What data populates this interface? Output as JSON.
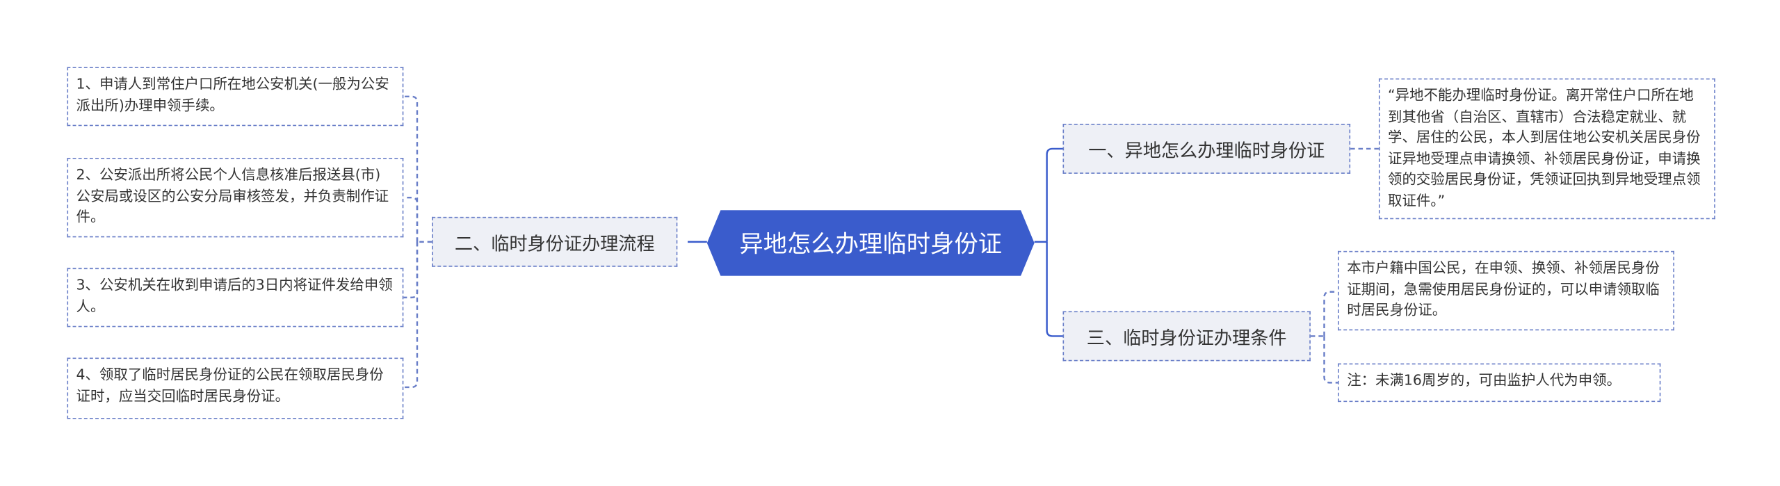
{
  "root": {
    "label": "异地怎么办理临时身份证"
  },
  "branches": [
    {
      "label": "一、异地怎么办理临时身份证",
      "children": [
        "“异地不能办理临时身份证。离开常住户口所在地到其他省（自治区、直辖市）合法稳定就业、就学、居住的公民，本人到居住地公安机关居民身份证异地受理点申请换领、补领居民身份证，申请换领的交验居民身份证，凭领证回执到异地受理点领取证件。”"
      ]
    },
    {
      "label": "二、临时身份证办理流程",
      "children": [
        "1、申请人到常住户口所在地公安机关(一般为公安派出所)办理申领手续。",
        "2、公安派出所将公民个人信息核准后报送县(市)公安局或设区的公安分局审核签发，并负责制作证件。",
        "3、公安机关在收到申请后的3日内将证件发给申领人。",
        "4、领取了临时居民身份证的公民在领取居民身份证时，应当交回临时居民身份证。"
      ]
    },
    {
      "label": "三、临时身份证办理条件",
      "children": [
        "本市户籍中国公民，在申领、换领、补领居民身份证期间，急需使用居民身份证的，可以申请领取临时居民身份证。",
        "注：未满16周岁的，可由监护人代为申领。"
      ]
    }
  ],
  "colors": {
    "root_fill": "#3a5ccc",
    "connector": "#3a5ccc",
    "node_border": "#6a7fc8",
    "branch_fill": "#eef0f6",
    "text": "#333333"
  }
}
